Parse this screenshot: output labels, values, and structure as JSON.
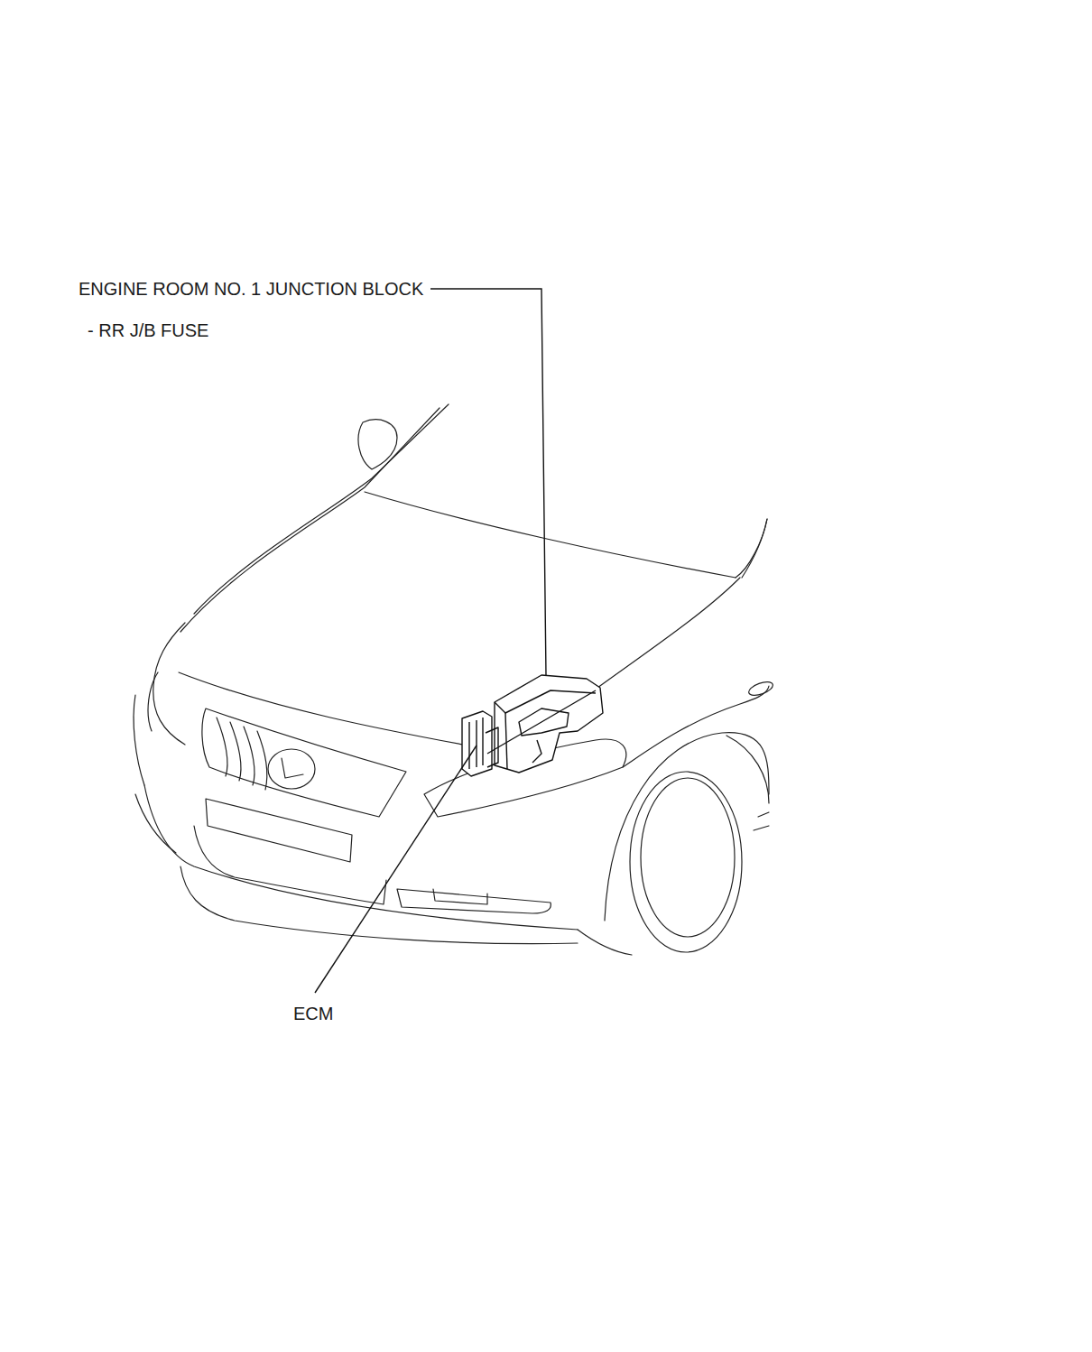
{
  "diagram": {
    "labels": [
      "ENGINE ROOM NO. 1 JUNCTION BLOCK",
      "- RR J/B FUSE",
      "ECM"
    ]
  }
}
